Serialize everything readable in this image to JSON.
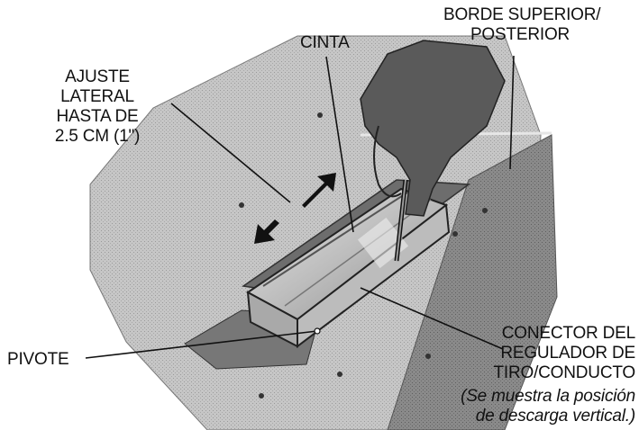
{
  "labels": {
    "cinta": "CINTA",
    "borde_line1": "BORDE SUPERIOR/",
    "borde_line2": "POSTERIOR",
    "ajuste_line1": "AJUSTE",
    "ajuste_line2": "LATERAL",
    "ajuste_line3": "HASTA DE",
    "ajuste_line4": "2.5 CM (1\")",
    "pivote": "PIVOTE",
    "conector_line1": "CONECTOR DEL",
    "conector_line2": "REGULADOR DE",
    "conector_line3": "TIRO/CONDUCTO",
    "note_line1": "(Se muestra la posición",
    "note_line2": "de descarga vertical.)"
  },
  "colors": {
    "panel_top": "#c9c9c9",
    "panel_side": "#8e8e8e",
    "connector": "#b4b4b4",
    "line": "#111111"
  }
}
